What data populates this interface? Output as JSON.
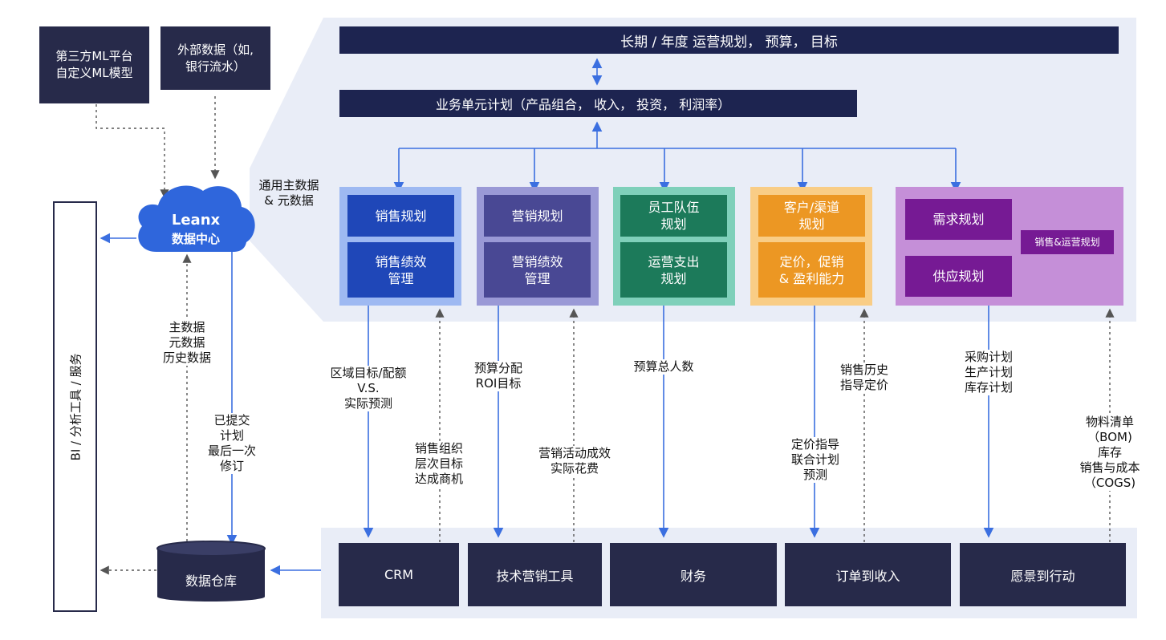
{
  "top_bar": "长期 / 年度 运营规划， 预算， 目标",
  "bu_plan": "业务单元计划（产品组合， 收入， 投资， 利润率）",
  "third_party": "第三方ML平台\n自定义ML模型",
  "external_data": "外部数据（如,\n银行流水）",
  "cloud": {
    "line1": "Leanx",
    "line2": "数据中心"
  },
  "common_master": "通用主数据\n& 元数据",
  "bi_tools": "BI / 分析工具 / 服务",
  "warehouse": "数据仓库",
  "master_data_label": "主数据\n元数据\n历史数据",
  "submitted_label": "已提交\n计划\n最后一次\n修订",
  "groups": {
    "sales": {
      "top": "销售规划",
      "bottom": "销售绩效\n管理"
    },
    "marketing": {
      "top": "营销规划",
      "bottom": "营销绩效\n管理"
    },
    "workforce": {
      "top": "员工队伍\n规划",
      "bottom": "运营支出\n规划"
    },
    "customer": {
      "top": "客户/渠道\n规划",
      "bottom": "定价，促销\n& 盈利能力"
    },
    "supply": {
      "demand": "需求规划",
      "supply": "供应规划",
      "sop": "销售&运营规划"
    }
  },
  "flow_labels": {
    "region_target": "区域目标/配额\nV.S.\n实际预测",
    "sales_org": "销售组织\n层次目标\n达成商机",
    "budget_alloc": "预算分配\nROI目标",
    "campaign": "营销活动成效\n实际花费",
    "headcount": "预算总人数",
    "pricing_guide": "定价指导\n联合计划\n预测",
    "sales_history": "销售历史\n指导定价",
    "procurement": "采购计划\n生产计划\n库存计划",
    "bom": "物料清单\n（BOM)\n库存\n销售与成本\n（COGS)"
  },
  "systems": {
    "crm": "CRM",
    "martech": "技术营销工具",
    "finance": "财务",
    "order_to_cash": "订单到收入",
    "vision": "愿景到行动"
  },
  "colors": {
    "navy": "#1d2450",
    "dark": "#272a4a",
    "panel": "#e9edf7",
    "arrow": "#3b6fe0",
    "sales_fill": "#1f47b8",
    "sales_border": "#9eb9f2",
    "marketing_fill": "#494894",
    "marketing_border": "#9a99d6",
    "workforce_fill": "#1c7a5a",
    "workforce_border": "#7fd0ba",
    "customer_fill": "#ec9723",
    "customer_border": "#f9cd86",
    "supply_fill": "#761a94",
    "supply_border": "#c58fd8"
  }
}
